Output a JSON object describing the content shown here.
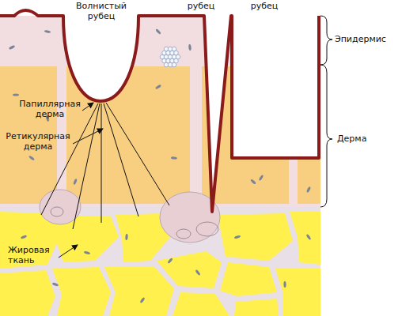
{
  "diagram": {
    "labels": [
      "Волнистый рубец",
      "рубец",
      "рубец",
      "Эпидермис",
      "Дерма",
      "Папиллярная дерма",
      "Ретикулярная дерма",
      "Жировая ткань"
    ]
  }
}
